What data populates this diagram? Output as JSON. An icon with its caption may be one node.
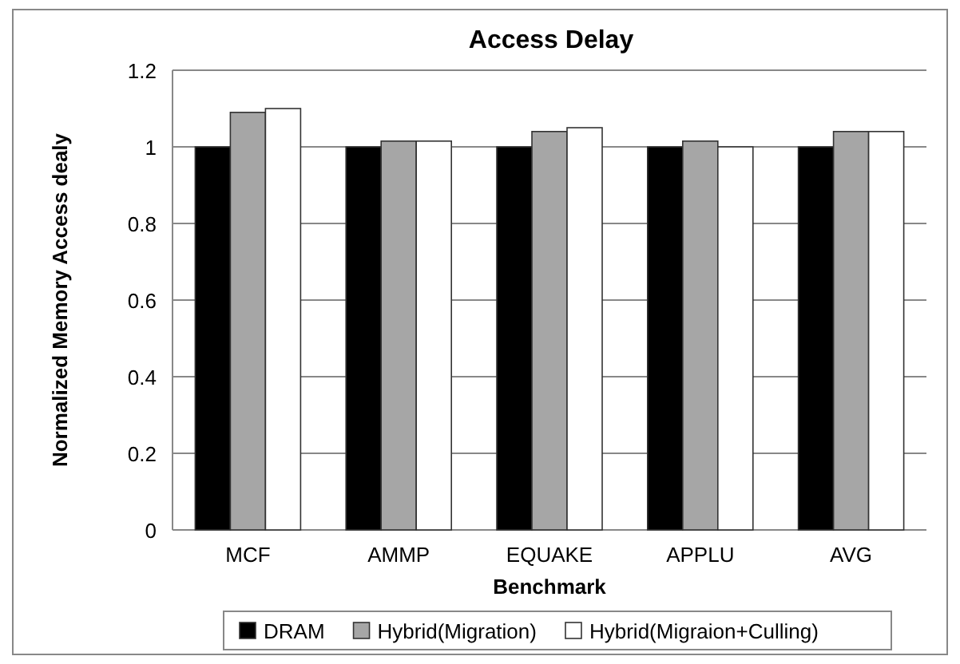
{
  "diagram": {
    "chart_data": {
      "type": "bar",
      "title": "Access Delay",
      "xlabel": "Benchmark",
      "ylabel": "Normalized Memory Access dealy",
      "categories": [
        "MCF",
        "AMMP",
        "EQUAKE",
        "APPLU",
        "AVG"
      ],
      "series": [
        {
          "name": "DRAM",
          "color": "#000000",
          "values": [
            1,
            1,
            1,
            1,
            1
          ]
        },
        {
          "name": "Hybrid(Migration)",
          "color": "#a6a6a6",
          "values": [
            1.09,
            1.015,
            1.04,
            1.015,
            1.04
          ]
        },
        {
          "name": "Hybrid(Migraion+Culling)",
          "color": "#ffffff",
          "values": [
            1.1,
            1.015,
            1.05,
            1.0,
            1.04
          ]
        }
      ],
      "grid": true,
      "legend": true,
      "ylim": [
        0,
        1.2
      ],
      "yticks": [
        0,
        0.2,
        0.4,
        0.6,
        0.8,
        1,
        1.2
      ]
    }
  }
}
